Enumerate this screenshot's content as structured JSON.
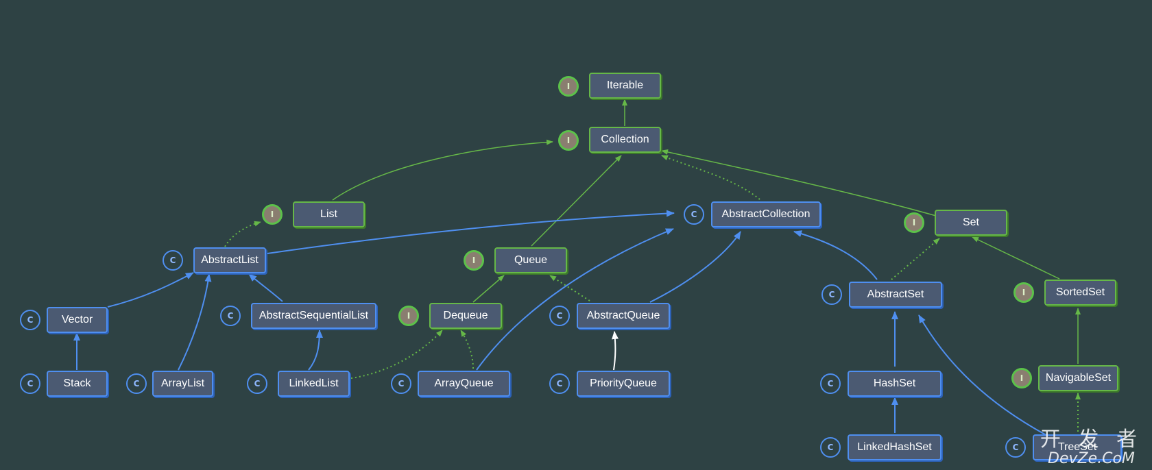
{
  "colors": {
    "interface": "#66b848",
    "class": "#4f8ff0",
    "background": "#2e4244",
    "node_fill": "#4b5a72"
  },
  "badge_letters": {
    "interface": "I",
    "class": "C"
  },
  "nodes": {
    "iterable": "Iterable",
    "collection": "Collection",
    "list": "List",
    "abstract_collection": "AbstractCollection",
    "set": "Set",
    "abstract_list": "AbstractList",
    "queue": "Queue",
    "vector": "Vector",
    "abstract_sequential_list": "AbstractSequentialList",
    "dequeue": "Dequeue",
    "abstract_queue": "AbstractQueue",
    "abstract_set": "AbstractSet",
    "sorted_set": "SortedSet",
    "stack": "Stack",
    "array_list": "ArrayList",
    "linked_list": "LinkedList",
    "array_queue": "ArrayQueue",
    "priority_queue": "PriorityQueue",
    "hash_set": "HashSet",
    "navigable_set": "NavigableSet",
    "linked_hash_set": "LinkedHashSet",
    "tree_set": "TreeSet"
  },
  "watermark": {
    "line1": "开 发 者",
    "line2": "DevZe.CoM"
  }
}
